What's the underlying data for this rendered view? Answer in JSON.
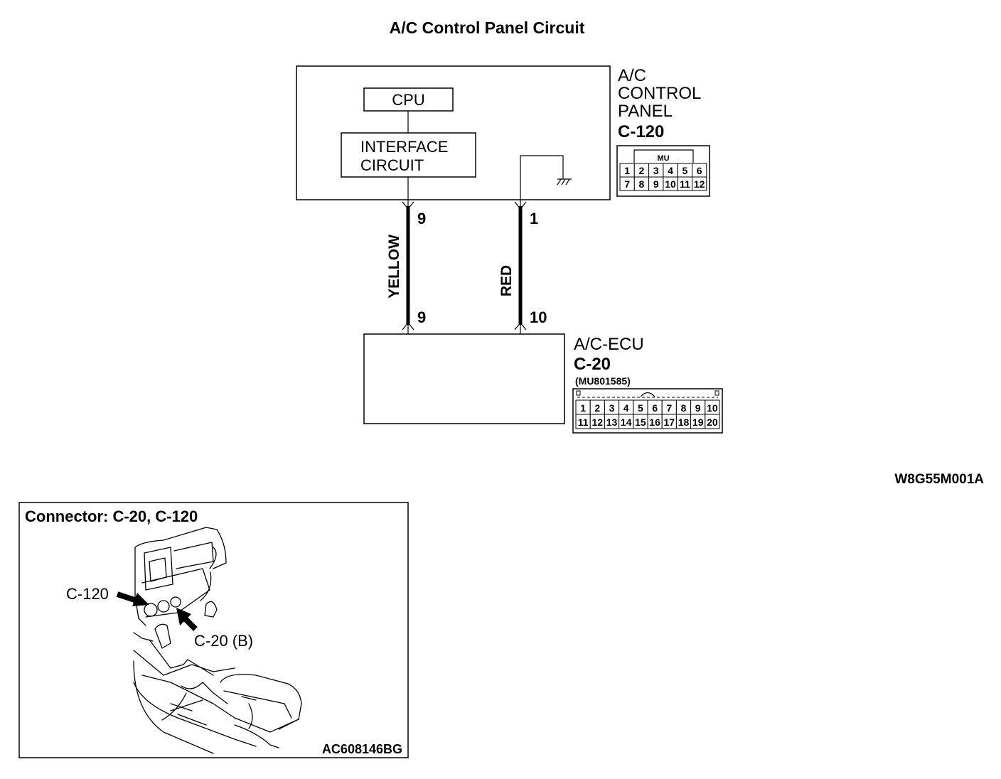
{
  "title": "A/C Control Panel Circuit",
  "panel": {
    "label_lines": [
      "A/C",
      "CONTROL",
      "PANEL"
    ],
    "connector_id": "C-120",
    "connector_tag": "MU",
    "connector_pins_top": [
      "1",
      "2",
      "3",
      "4",
      "5",
      "6"
    ],
    "connector_pins_bottom": [
      "7",
      "8",
      "9",
      "10",
      "11",
      "12"
    ],
    "cpu_label": "CPU",
    "interface_lines": [
      "INTERFACE",
      "CIRCUIT"
    ]
  },
  "ecu": {
    "label": "A/C-ECU",
    "connector_id": "C-20",
    "part_number": "(MU801585)",
    "connector_pins_top": [
      "1",
      "2",
      "3",
      "4",
      "5",
      "6",
      "7",
      "8",
      "9",
      "10"
    ],
    "connector_pins_bottom": [
      "11",
      "12",
      "13",
      "14",
      "15",
      "16",
      "17",
      "18",
      "19",
      "20"
    ]
  },
  "wires": [
    {
      "color_label": "YELLOW",
      "panel_pin": "9",
      "ecu_pin": "9"
    },
    {
      "color_label": "RED",
      "panel_pin": "1",
      "ecu_pin": "10"
    }
  ],
  "diagram_code": "W8G55M001A",
  "locator": {
    "title": "Connector: C-20, C-120",
    "callout_c120": "C-120",
    "callout_c20": "C-20 (B)",
    "image_code": "AC608146BG"
  }
}
